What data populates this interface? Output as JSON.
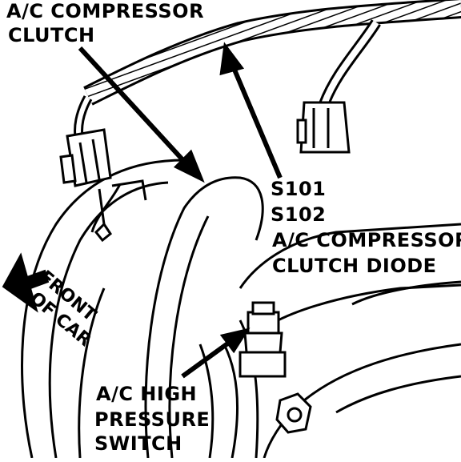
{
  "labels": {
    "compressor_clutch": [
      "A/C COMPRESSOR",
      "CLUTCH"
    ],
    "s101": "S101",
    "s102": "S102",
    "clutch_diode": [
      "A/C COMPRESSOR",
      "CLUTCH DIODE"
    ],
    "high_pressure_switch": [
      "A/C HIGH",
      "PRESSURE",
      "SWITCH"
    ],
    "front_of_car": [
      "FRONT",
      "OF CAR"
    ]
  },
  "colors": {
    "ink": "#000000",
    "paper": "#ffffff"
  }
}
